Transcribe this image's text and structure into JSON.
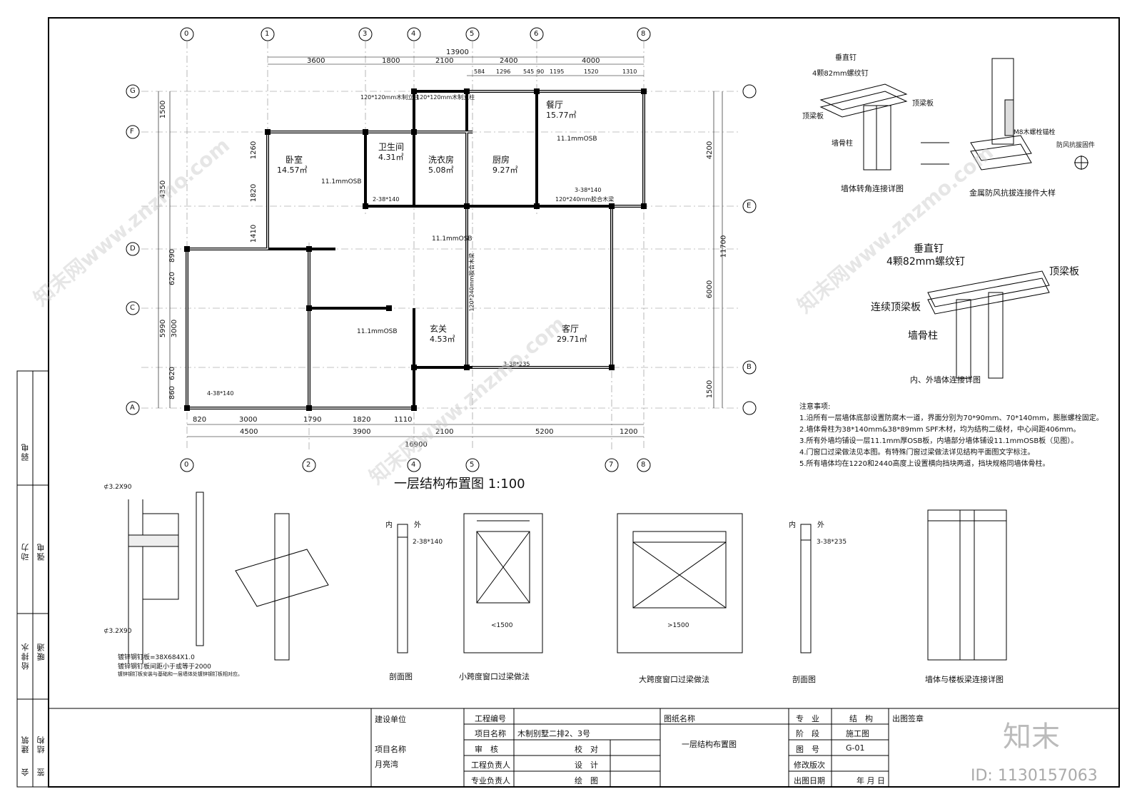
{
  "plan": {
    "title": "一层结构布置图 1:100",
    "axes_top": [
      "0",
      "1",
      "3",
      "4",
      "5",
      "6",
      "8"
    ],
    "axes_bottom": [
      "0",
      "2",
      "4",
      "5",
      "7",
      "8"
    ],
    "axes_left": [
      "G",
      "F",
      "E",
      "D",
      "C",
      "B",
      "A"
    ],
    "dims_top_total": "13900",
    "dims_top": [
      "3600",
      "1800",
      "2100",
      "2400",
      "4000"
    ],
    "dims_top_sub": [
      "584",
      "1296",
      "545",
      "90",
      "1195",
      "1520",
      "1310"
    ],
    "dims_bottom": [
      "820",
      "3000",
      "1790",
      "1820",
      "1110"
    ],
    "dims_bottom2": [
      "4500",
      "3900",
      "2100",
      "5200",
      "1200"
    ],
    "dims_bottom_total": "16900",
    "dims_left": [
      "1500",
      "4350",
      "5990"
    ],
    "dims_left_sub": [
      "1260",
      "1820",
      "1410",
      "890",
      "620",
      "3000",
      "620",
      "860"
    ],
    "dims_right": [
      "4200",
      "11700",
      "6000",
      "1500"
    ],
    "rooms": [
      {
        "name": "餐厅",
        "area": "15.77㎡"
      },
      {
        "name": "卫生间",
        "area": "4.31㎡"
      },
      {
        "name": "卧室",
        "area": "14.57㎡"
      },
      {
        "name": "洗衣房",
        "area": "5.08㎡"
      },
      {
        "name": "厨房",
        "area": "9.27㎡"
      },
      {
        "name": "玄关",
        "area": "4.53㎡"
      },
      {
        "name": "客厅",
        "area": "29.71㎡"
      }
    ],
    "labels": {
      "osb1": "11.1mmOSB",
      "osb2": "11.1mmOSB",
      "osb3": "11.1mmOSB",
      "osb4": "11.1mmOSB",
      "post1": "120*120mm木制立柱",
      "post2": "120*120mm木制立柱",
      "beam1": "120*240mm胶合木梁",
      "beam2": "120*240mm胶合木梁",
      "h1": "2-38*140",
      "h2": "3-38*235",
      "h3": "4-38*140",
      "h4": "3-38*140"
    }
  },
  "details": {
    "corner_title": "墙体转角连接详图",
    "corner_labels": [
      "垂直钉",
      "4颗82mm螺纹钉",
      "顶梁板",
      "顶梁板",
      "墙骨柱"
    ],
    "anchor_title": "金属防风抗拔连接件大样",
    "anchor_labels": [
      "M8木螺栓锚栓",
      "防风抗拔固件"
    ],
    "inout_title": "内、外墙体连接详图",
    "inout_labels": [
      "垂直钉",
      "4颗82mm螺纹钉",
      "顶梁板",
      "连续顶梁板",
      "墙骨柱"
    ],
    "section1_title": "剖面图",
    "section1_in": "内",
    "section1_out": "外",
    "section1_note": "2-38*140",
    "small_title": "小跨度窗口过梁做法",
    "small_span": "<1500",
    "large_title": "大跨度窗口过梁做法",
    "large_span": ">1500",
    "section2_title": "剖面图",
    "section2_in": "内",
    "section2_out": "外",
    "section2_note": "3-38*235",
    "floor_title": "墙体与楼板梁连接详图",
    "left_notes": [
      "⊄3.2X90",
      "⊄3.2X90",
      "镀锌钢钉板=38X684X1.0",
      "镀锌钢钉板间距小于或等于2000",
      "镀锌钢钉板安装与基础和一层墙体处镀锌钢钉板相对应。"
    ]
  },
  "notes": {
    "title": "注意事项:",
    "items": [
      "1.沿所有一层墙体底部设置防腐木一道，界面分别为70*90mm、70*140mm，膨胀螺栓固定。",
      "2.墙体骨柱为38*140mm&38*89mm SPF木材，均为结构二级材，中心间距406mm。",
      "3.所有外墙均铺设一层11.1mm厚OSB板，内墙部分墙体铺设11.1mmOSB板（见图）。",
      "4.门窗口过梁做法见本图。有特殊门窗过梁做法详见结构平面图文字标注。",
      "5.所有墙体均在1220和2440高度上设置横向挡块两道，挡块规格同墙体骨柱。"
    ]
  },
  "side_strip": [
    "弱电",
    "动力",
    "强电",
    "给排水",
    "暖通",
    "建筑",
    "结构",
    "会",
    "签"
  ],
  "title_block": {
    "client_label": "建设单位",
    "project_label": "项目名称",
    "project_value": "月亮湾",
    "project_no_label": "工程编号",
    "project_name_label": "项目名称",
    "project_name_value": "木制别墅二排2、3号",
    "review": "审　核",
    "check": "校　对",
    "eng_lead": "工程负责人",
    "design": "设　计",
    "spec_lead": "专业负责人",
    "draw": "绘　图",
    "drawing_name_label": "图纸名称",
    "drawing_name_value": "一层结构布置图",
    "discipline_label": "专　业",
    "discipline_value": "结　构",
    "stage_label": "阶　段",
    "stage_value": "施工图",
    "sheet_label": "图　号",
    "sheet_value": "G-01",
    "revision_label": "修改版次",
    "date_label": "出图日期",
    "date_value": "年 月 日",
    "stamp_label": "出图签章"
  },
  "branding": {
    "logo": "知末",
    "id": "ID: 1130157063",
    "watermark": "知末网www.znzmo.com"
  }
}
